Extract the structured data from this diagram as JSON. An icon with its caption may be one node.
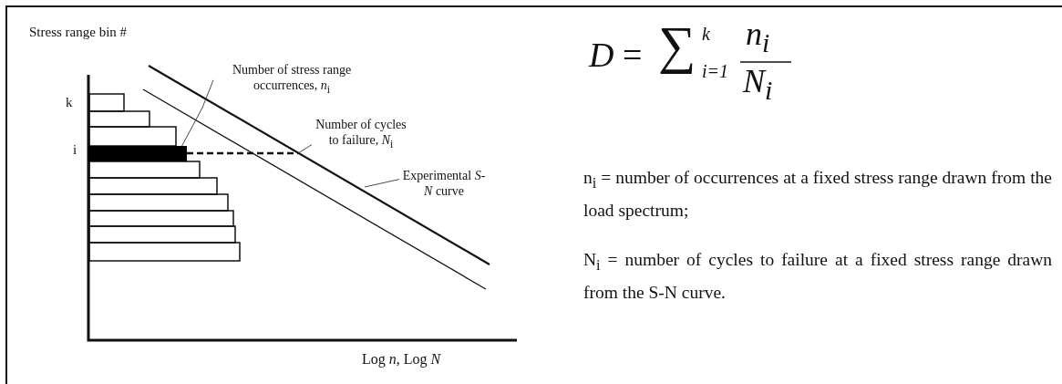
{
  "diagram": {
    "nodes": [
      {
        "text": [
          "Number of stress range occurrences, *n*$_{i}$"
        ]
      },
      {
        "text": [
          "Number of cycles to failure, *N*$_{i}$"
        ]
      },
      {
        "text": [
          "Experimental *S-N* curve"
        ]
      },
      {
        "text": [],
        "shape": "bar"
      }
    ],
    "edges": [
      {
        "from": 0,
        "to": 3,
        "arrow": "none"
      },
      {
        "from": 1,
        "to": null,
        "arrow": "none"
      },
      {
        "from": 2,
        "to": null,
        "arrow": "none"
      }
    ],
    "labels": [
      "Stress range bin #",
      "k",
      "i",
      "Log *n*, Log *N*",
      "*D* =",
      "∑",
      "k",
      "i=1",
      "n$_{i}$",
      "N$_{i}$",
      "n$_{i}$ = number of occurrences at a fixed stress range drawn from the load spectrum;",
      "N$_{i}$ = number of cycles to failure at a fixed stress range drawn from the S-N curve."
    ]
  }
}
